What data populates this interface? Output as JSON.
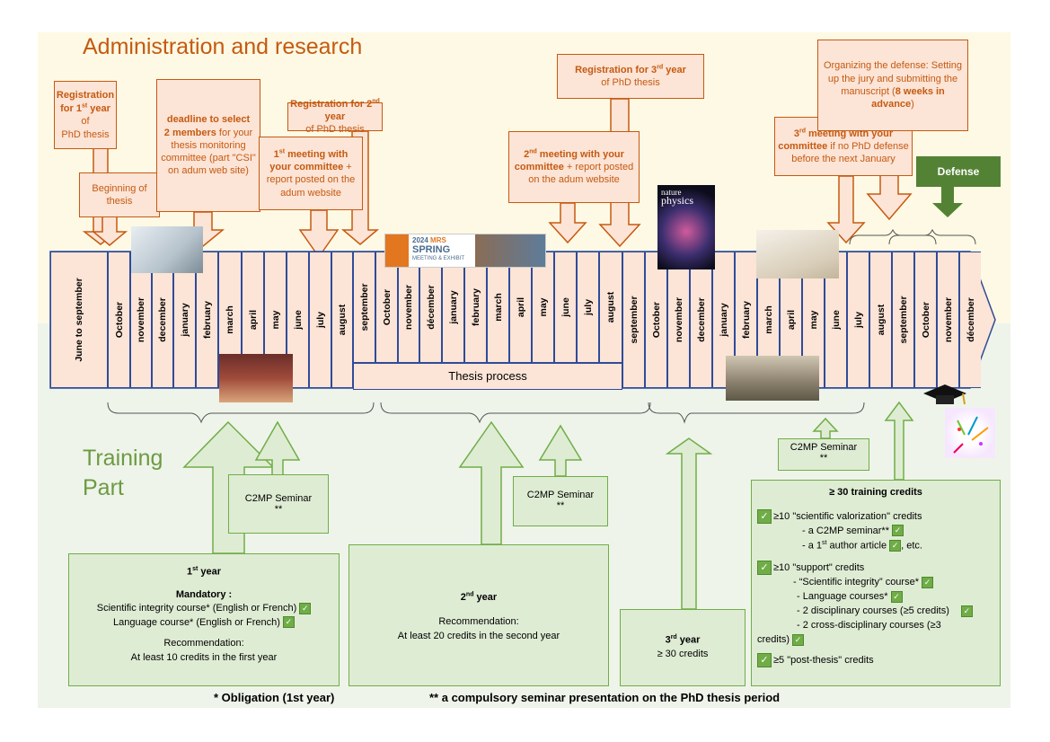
{
  "titles": {
    "admin": "Administration and research",
    "training_line1": "Training",
    "training_line2": "Part"
  },
  "callouts": {
    "reg1": {
      "pre": "Registration",
      "line2a": "for 1",
      "sup": "st",
      "line2b": " year",
      "post": " of",
      "line3": "PhD thesis"
    },
    "beginning": "Beginning of thesis",
    "deadline": {
      "bold1": "deadline to select",
      "bold2": "2 members",
      "rest": "for your thesis monitoring committee (part \"CSI\" on adum web site)"
    },
    "meet1": {
      "a": "1",
      "sup": "st",
      "b": " meeting with your committee",
      "c": " + report posted on the adum website"
    },
    "reg2": {
      "a": "Registration for 2",
      "sup": "nd",
      "b": " year",
      "c": "of PhD thesis"
    },
    "reg3": {
      "a": "Registration for 3",
      "sup": "rd",
      "b": " year",
      "c": "of PhD thesis"
    },
    "meet2": {
      "a": "2",
      "sup": "nd",
      "b": " meeting with your committee",
      "c": " + report posted on the adum website"
    },
    "organize": {
      "a": "Organizing the defense: Setting up the jury and submitting the manuscript (",
      "b": "8 weeks in advance",
      "c": ")"
    },
    "meet3": {
      "a": "3",
      "sup": "rd",
      "b": " meeting with your committee",
      "c": " if no PhD defense before the next January"
    },
    "defense": "Defense"
  },
  "months": [
    "June to september",
    "October",
    "november",
    "december",
    "january",
    "february",
    "march",
    "april",
    "may",
    "june",
    "july",
    "august",
    "september",
    "October",
    "november",
    "décember",
    "january",
    "february",
    "march",
    "april",
    "may",
    "june",
    "july",
    "august",
    "september",
    "October",
    "november",
    "december",
    "january",
    "february",
    "march",
    "april",
    "may",
    "june",
    "july",
    "august",
    "september",
    "October",
    "november",
    "décember"
  ],
  "thesis_process": "Thesis process",
  "seminars": {
    "label": "C2MP Seminar",
    "stars": "**"
  },
  "year1": {
    "title_a": "1",
    "title_sup": "st",
    "title_b": " year",
    "mandatory": "Mandatory :",
    "course1": "Scientific integrity course* (English or French)",
    "course2": "Language course* (English or French)",
    "rec": "Recommendation:",
    "rec_text": "At least 10 credits in the first year"
  },
  "year2": {
    "title_a": "2",
    "title_sup": "nd",
    "title_b": " year",
    "rec": "Recommendation:",
    "rec_text": "At least 20 credits in the second year"
  },
  "year3": {
    "title_a": "3",
    "title_sup": "rd",
    "title_b": " year",
    "credits": "≥ 30 credits"
  },
  "credits_box": {
    "title": "≥ 30 training credits",
    "sci": "≥10 \"scientific valorization\" credits",
    "sci_a": "- a C2MP seminar**",
    "sci_b_a": "- a 1",
    "sci_b_sup": "st",
    "sci_b_b": " author article",
    "sci_b_c": ", etc.",
    "sup": "≥10 \"support\" credits",
    "sup_a": "- “Scientific integrity” course*",
    "sup_b": "- Language courses*",
    "sup_c": "- 2 disciplinary courses (≥5 credits)",
    "sup_d": "- 2 cross-disciplinary courses (≥3",
    "sup_d2": "credits)",
    "post": "≥5 \"post-thesis\" credits"
  },
  "footer": {
    "left": "* Obligation (1st year)",
    "right": "** a compulsory seminar presentation on the PhD thesis period"
  },
  "images": {
    "conf_year": "2024",
    "conf_brand": "MRS",
    "conf_title": "SPRING",
    "conf_sub": "MEETING & EXHIBIT",
    "journal_a": "nature",
    "journal_b": "physics"
  },
  "colors": {
    "admin_orange": "#c55a11",
    "training_green": "#70ad47",
    "timeline_blue": "#2f4b9a",
    "defense_green": "#548235"
  }
}
